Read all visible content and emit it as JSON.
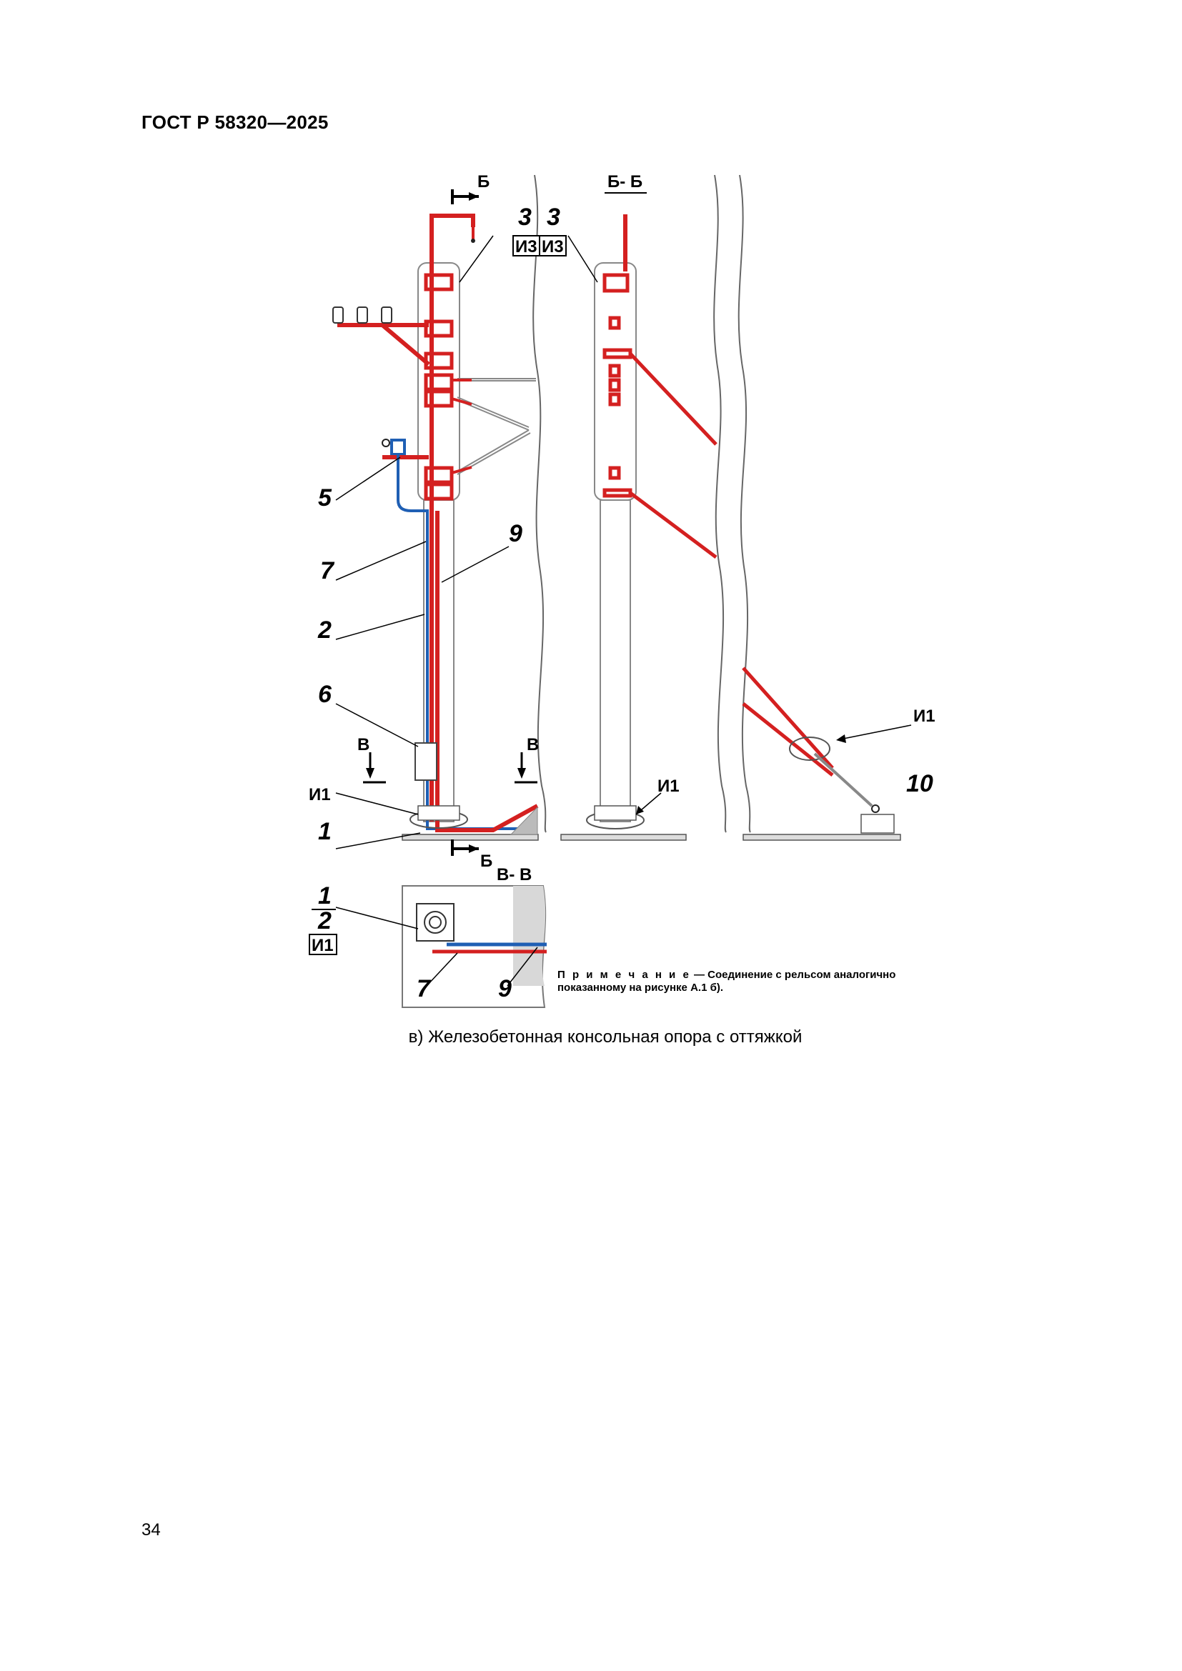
{
  "document": {
    "header": "ГОСТ Р 58320—2025",
    "page_number": "34",
    "caption": "в) Железобетонная консольная опора с оттяжкой",
    "note_lead": "П р и м е ч а н и е",
    "note_line1": " — Соединение с рельсом аналогично",
    "note_line2": "показанному на рисунке А.1 б)."
  },
  "figure": {
    "colors": {
      "red": "#d42020",
      "blue": "#1f5fb4",
      "line": "#555555",
      "ground": "#9a9a9a"
    },
    "section_labels": {
      "b": "Б",
      "b_b": "Б- Б",
      "v": "В",
      "v_v": "В- В"
    },
    "callouts": {
      "n1": "1",
      "n2": "2",
      "n3": "3",
      "n5": "5",
      "n6": "6",
      "n7": "7",
      "n9": "9",
      "n10": "10",
      "i1": "И1",
      "i3": "И3"
    }
  }
}
